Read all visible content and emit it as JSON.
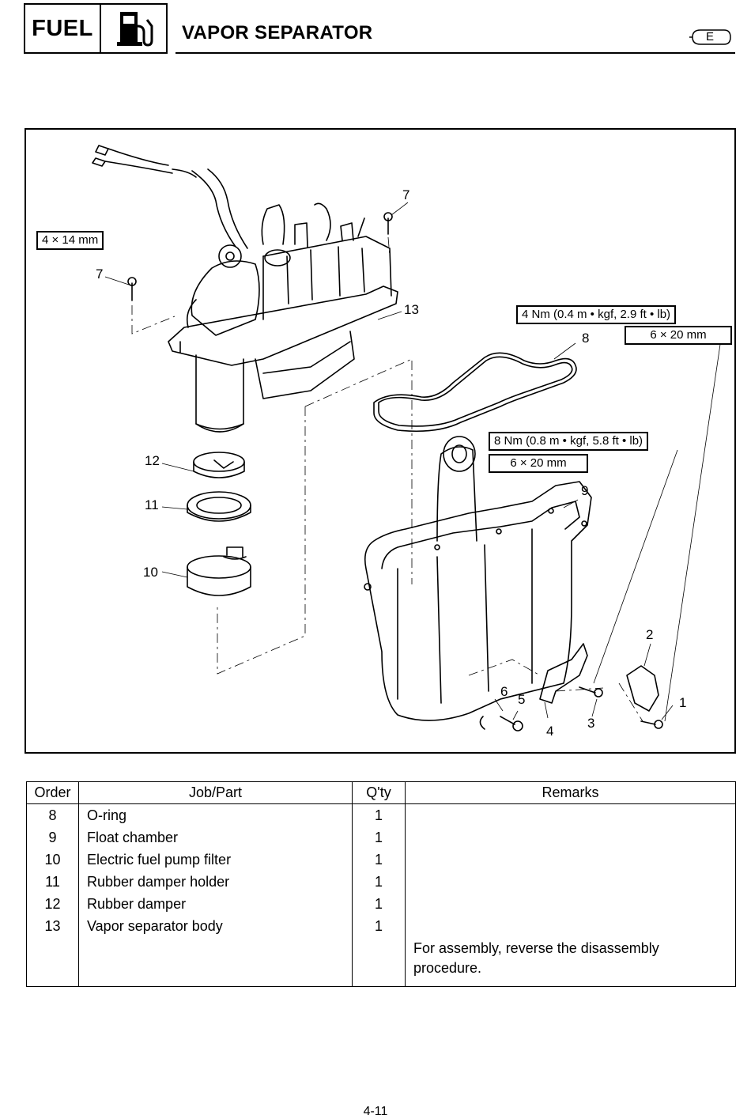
{
  "header": {
    "section_label": "FUEL",
    "section_icon": "fuel-pump-icon",
    "title": "VAPOR SEPARATOR",
    "language_badge": "E"
  },
  "diagram": {
    "specs": {
      "screw_7_size": "4 × 14 mm",
      "torque_3": "4 Nm (0.4 m • kgf, 2.9 ft • lb)",
      "screw_3_size": "6 × 20 mm",
      "torque_1": "8 Nm (0.8 m • kgf, 5.8 ft • lb)",
      "screw_1_size": "6 × 20 mm"
    },
    "callouts": {
      "c1": "1",
      "c2": "2",
      "c3": "3",
      "c4": "4",
      "c5": "5",
      "c6": "6",
      "c7a": "7",
      "c7b": "7",
      "c8": "8",
      "c9": "9",
      "c10": "10",
      "c11": "11",
      "c12": "12",
      "c13": "13"
    }
  },
  "table": {
    "headers": {
      "order": "Order",
      "job": "Job/Part",
      "qty": "Q'ty",
      "remarks": "Remarks"
    },
    "rows": [
      {
        "order": "8",
        "part": "O-ring",
        "qty": "1",
        "remarks": ""
      },
      {
        "order": "9",
        "part": "Float chamber",
        "qty": "1",
        "remarks": ""
      },
      {
        "order": "10",
        "part": "Electric fuel pump filter",
        "qty": "1",
        "remarks": ""
      },
      {
        "order": "11",
        "part": "Rubber damper holder",
        "qty": "1",
        "remarks": ""
      },
      {
        "order": "12",
        "part": "Rubber damper",
        "qty": "1",
        "remarks": ""
      },
      {
        "order": "13",
        "part": "Vapor separator body",
        "qty": "1",
        "remarks": ""
      }
    ],
    "final_remark": "For assembly, reverse the disassembly procedure."
  },
  "footer": {
    "page_number": "4-11"
  }
}
